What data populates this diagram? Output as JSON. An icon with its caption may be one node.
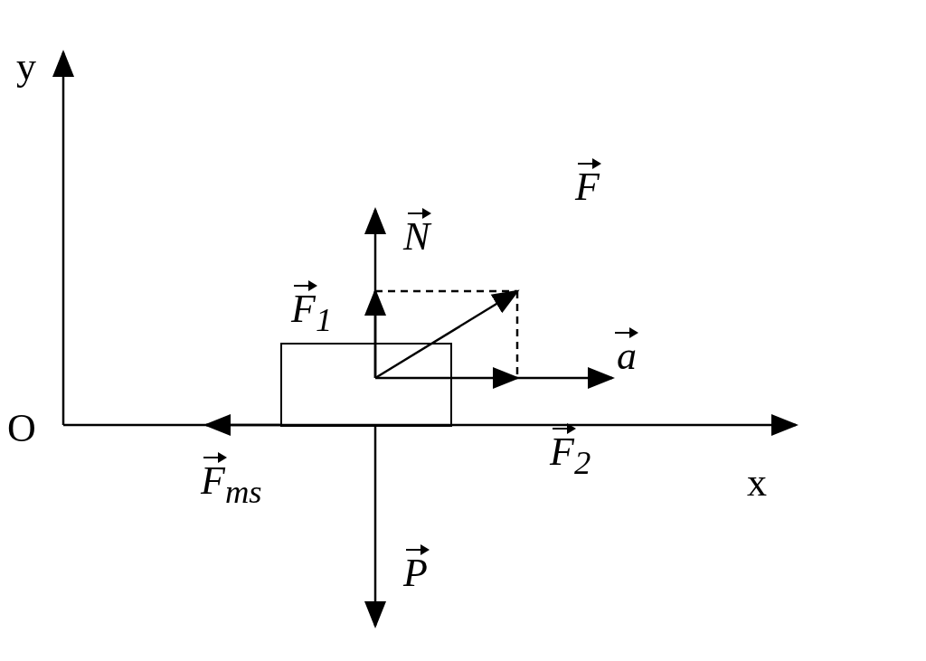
{
  "diagram": {
    "nodes": [
      {
        "text": [],
        "shape": "box"
      }
    ],
    "labels": [
      "y",
      "F⃗",
      "N⃗",
      "F⃗$_{1}$",
      "a⃗",
      "O",
      "F⃗$_{2}$",
      "x",
      "F⃗$_{ms}$",
      "P⃗"
    ]
  }
}
